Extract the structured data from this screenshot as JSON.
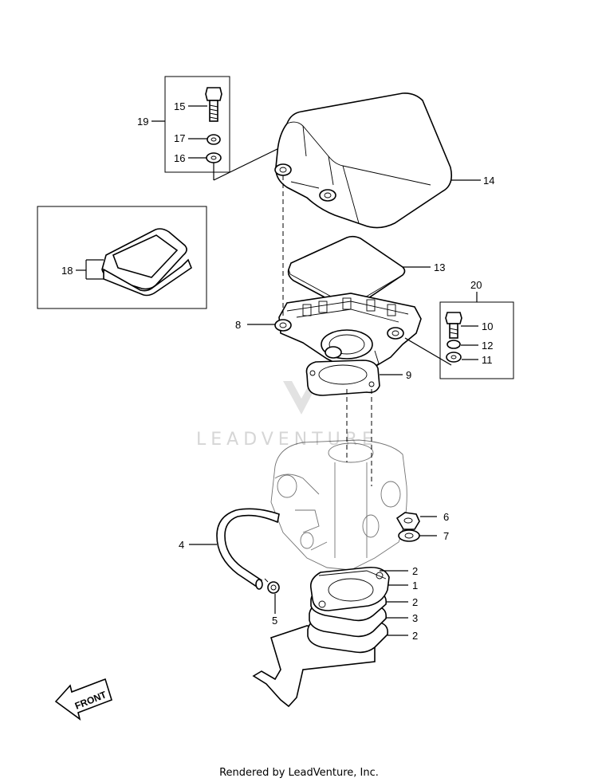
{
  "callouts": {
    "c1": "1",
    "c2a": "2",
    "c2b": "2",
    "c2c": "2",
    "c3": "3",
    "c4": "4",
    "c5": "5",
    "c6": "6",
    "c7": "7",
    "c8": "8",
    "c9": "9",
    "c10": "10",
    "c11": "11",
    "c12": "12",
    "c13": "13",
    "c14": "14",
    "c15": "15",
    "c16": "16",
    "c17": "17",
    "c18": "18",
    "c19": "19",
    "c20": "20"
  },
  "front_label": "FRONT",
  "watermark": "LEADVENTURE",
  "footer": "Rendered by LeadVenture, Inc."
}
